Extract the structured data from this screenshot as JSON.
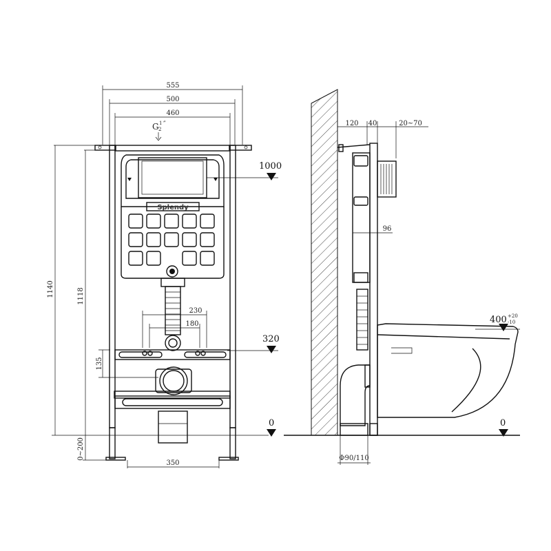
{
  "brand": "Splendy",
  "front_view": {
    "width_dims": [
      "555",
      "500",
      "460"
    ],
    "inlet_label": "G",
    "inlet_fraction_num": "1",
    "inlet_fraction_den": "2",
    "inlet_suffix": "″",
    "height_dims": [
      "1140",
      "1118"
    ],
    "drain_spacing": [
      "230",
      "180"
    ],
    "side_dim": "135",
    "foot_adjust": "0~200",
    "foot_width": "350",
    "levels": [
      "1000",
      "320",
      "0"
    ]
  },
  "side_view": {
    "top_dims": [
      "120",
      "40",
      "20~70"
    ],
    "depth_dim": "96",
    "bowl_height": "400",
    "bowl_tol_upper": "+20",
    "bowl_tol_lower": "-10",
    "pipe_dim": "Φ90/110",
    "floor_level": "0"
  }
}
